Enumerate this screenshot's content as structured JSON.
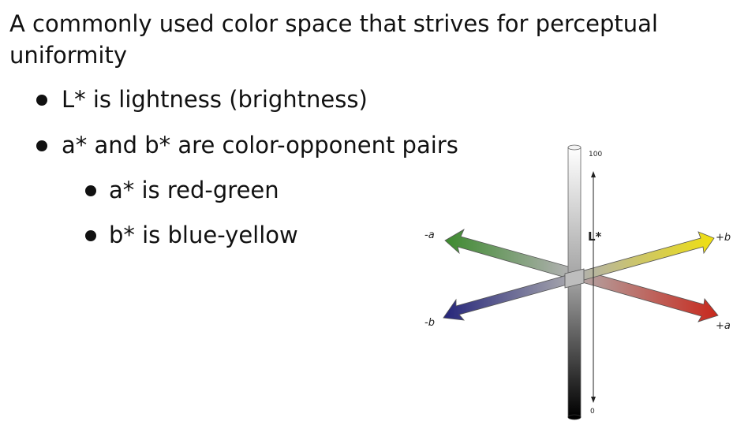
{
  "slide": {
    "intro": "A commonly used color space that strives for perceptual uniformity",
    "bullets": [
      {
        "text": "L* is lightness (brightness)",
        "level": 1
      },
      {
        "text": "a* and b* are color-opponent pairs",
        "level": 1
      },
      {
        "text": "a* is red-green",
        "level": 2
      },
      {
        "text": "b* is blue-yellow",
        "level": 2
      }
    ]
  },
  "diagram": {
    "axis_labels": {
      "minus_a": "-a",
      "plus_a": "+a",
      "minus_b": "-b",
      "plus_b": "+b",
      "lightness": "L*"
    },
    "lightness_top": "100",
    "lightness_bottom": "0",
    "colors": {
      "minus_a": "#3d8a2e",
      "plus_a": "#c8281c",
      "minus_b": "#25257a",
      "plus_b": "#f0e010",
      "neutral": "#a8a8a8"
    }
  }
}
